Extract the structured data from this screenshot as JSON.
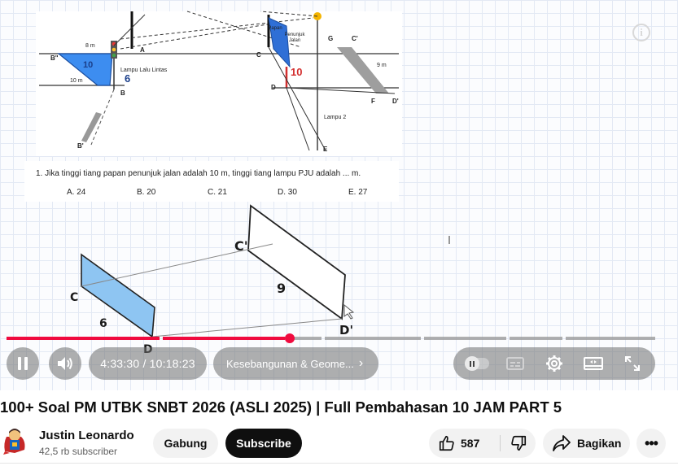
{
  "player": {
    "progress": {
      "played_fraction": 0.435
    },
    "time_display": "4:33:30 / 10:18:23",
    "chapter_label": "Kesebangunan & Geome...",
    "icons": [
      "pause-icon",
      "volume-icon",
      "chevron-right-icon",
      "autoplay-toggle-icon",
      "subtitles-icon",
      "settings-icon",
      "theater-mode-icon",
      "fullscreen-icon",
      "info-icon"
    ],
    "info_symbol": "i"
  },
  "video_content": {
    "top_figure": {
      "label_8m": "8 m",
      "label_A": "A",
      "label_B2": "B\"",
      "label_10": "10",
      "label_lampu": "Lampu Lalu Lintas",
      "label_10m": "10 m",
      "label_6": "6",
      "label_B": "B",
      "label_Bp": "B'",
      "label_papan1": "Papan",
      "label_papan2": "Penunjuk",
      "label_papan3": "Jalan",
      "label_G": "G",
      "label_Cp": "C'",
      "label_C": "C",
      "label_9m": "9 m",
      "label_10_red": "10",
      "label_D": "D",
      "label_F": "F",
      "label_Dp": "D'",
      "label_lampu2": "Lampu 2",
      "label_E": "E"
    },
    "question": "1.  Jika tinggi tiang papan penunjuk jalan adalah 10 m, tinggi tiang lampu PJU adalah ... m.",
    "options": [
      "A.  24",
      "B.  20",
      "C.  21",
      "D.  30",
      "E.  27"
    ],
    "bottom_figure": {
      "label_Cp": "C'",
      "label_C": "C",
      "label_9": "9",
      "label_6": "6",
      "label_Dp": "D'",
      "label_D": "D"
    }
  },
  "video": {
    "title": "100+ Soal PM UTBK SNBT 2026 (ASLI 2025) | Full Pembahasan 10 JAM PART 5"
  },
  "channel": {
    "name": "Justin Leonardo",
    "subscribers": "42,5 rb subscriber",
    "join_label": "Gabung",
    "subscribe_label": "Subscribe"
  },
  "actions": {
    "like_count": "587",
    "share_label": "Bagikan",
    "more_label": "•••"
  },
  "colors": {
    "progress_red": "#f00a3e",
    "diagram_blue": "#3d8df0",
    "subscribe_bg": "#0f0f0f"
  }
}
